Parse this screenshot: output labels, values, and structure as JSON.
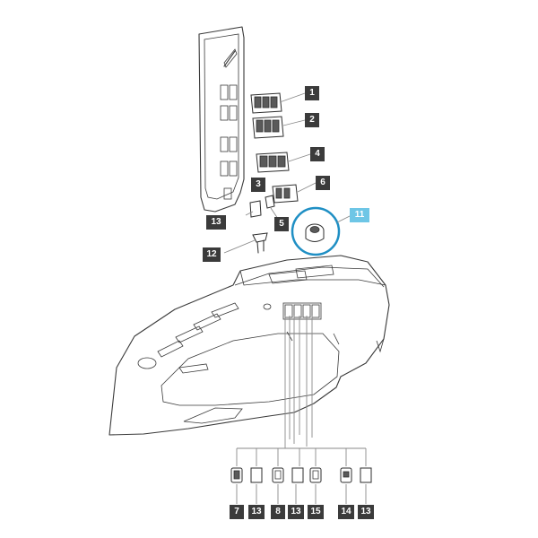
{
  "callouts": {
    "c1": "1",
    "c2": "2",
    "c3": "3",
    "c4": "4",
    "c5": "5",
    "c6": "6",
    "c11": "11",
    "c12": "12",
    "c13a": "13",
    "b7": "7",
    "b13a": "13",
    "b8": "8",
    "b13b": "13",
    "b15": "15",
    "b14": "14",
    "b13c": "13"
  },
  "colors": {
    "callout_bg": "#3b3b3b",
    "highlight": "#6ec6e6",
    "highlight_ring": "#1f8fc4",
    "line": "#3a3a3a"
  },
  "highlighted_part": "11"
}
